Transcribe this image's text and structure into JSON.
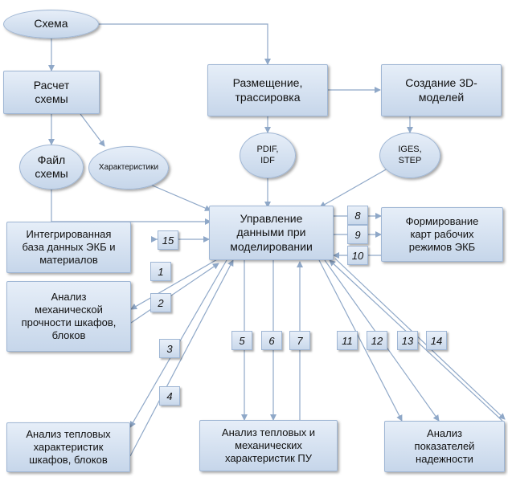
{
  "nodes": {
    "schema": "Схема",
    "calc": "Расчет\nсхемы",
    "placement": "Размещение,\nтрассировка",
    "model3d": "Создание 3D-\nмоделей",
    "schema_file": "Файл\nсхемы",
    "characteristics": "Характеристики",
    "pdif": "PDIF,\nIDF",
    "iges": "IGES,\nSTEP",
    "data_management": "Управление\nданными при\nмоделировании",
    "ekb_db": "Интегрированная\nбаза данных ЭКБ и\nматериалов",
    "work_maps": "Формирование\nкарт рабочих\nрежимов ЭКБ",
    "mech_strength": "Анализ\nмеханической\nпрочности шкафов,\nблоков",
    "thermal_cabinets": "Анализ тепловых\nхарактеристик\nшкафов, блоков",
    "thermal_mech_pu": "Анализ тепловых и\nмеханических\nхарактеристик ПУ",
    "reliability": "Анализ\nпоказателей\nнадежности"
  },
  "labels": {
    "n1": "1",
    "n2": "2",
    "n3": "3",
    "n4": "4",
    "n5": "5",
    "n6": "6",
    "n7": "7",
    "n8": "8",
    "n9": "9",
    "n10": "10",
    "n11": "11",
    "n12": "12",
    "n13": "13",
    "n14": "14",
    "n15": "15"
  },
  "colors": {
    "node_fill_top": "#e6eef8",
    "node_fill_bottom": "#c6d6ea",
    "node_border": "#9fb6d4",
    "arrow": "#8fa8c8"
  }
}
